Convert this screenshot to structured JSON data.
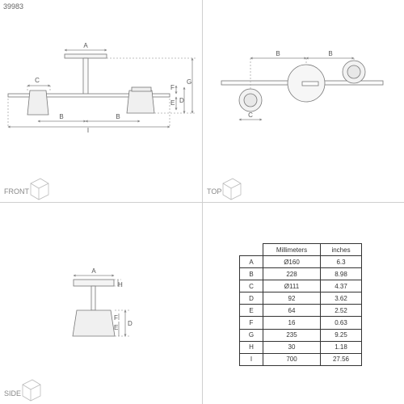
{
  "product_code": "39983",
  "views": {
    "front": "FRONT",
    "top": "TOP",
    "side": "SIDE"
  },
  "labels": {
    "A": "A",
    "B": "B",
    "C": "C",
    "D": "D",
    "E": "E",
    "F": "F",
    "G": "G",
    "H": "H",
    "I": "I"
  },
  "table": {
    "headers": [
      "",
      "Millimeters",
      "inches"
    ],
    "rows": [
      {
        "key": "A",
        "mm": "Ø160",
        "in": "6.3"
      },
      {
        "key": "B",
        "mm": "228",
        "in": "8.98"
      },
      {
        "key": "C",
        "mm": "Ø111",
        "in": "4.37"
      },
      {
        "key": "D",
        "mm": "92",
        "in": "3.62"
      },
      {
        "key": "E",
        "mm": "64",
        "in": "2.52"
      },
      {
        "key": "F",
        "mm": "16",
        "in": "0.63"
      },
      {
        "key": "G",
        "mm": "235",
        "in": "9.25"
      },
      {
        "key": "H",
        "mm": "30",
        "in": "1.18"
      },
      {
        "key": "I",
        "mm": "700",
        "in": "27.56"
      }
    ]
  }
}
